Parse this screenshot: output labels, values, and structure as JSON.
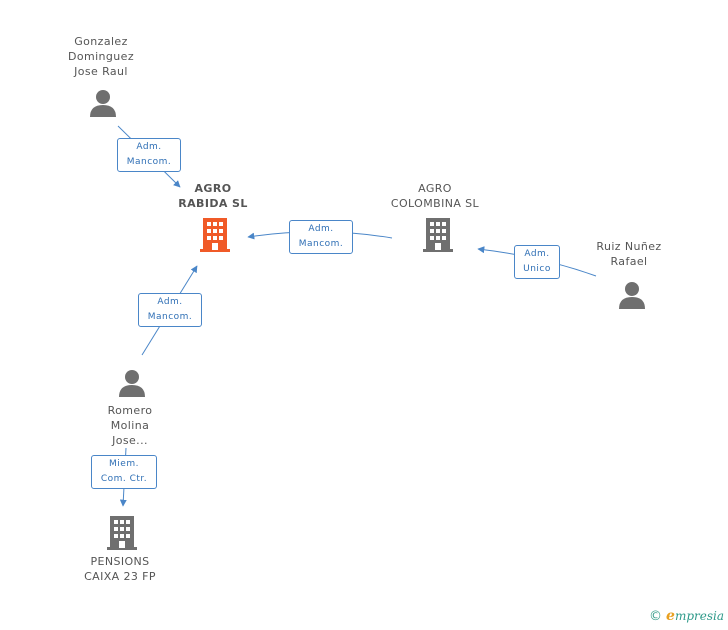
{
  "colors": {
    "person": "#6f6f6f",
    "company": "#6f6f6f",
    "main_company": "#f05a28",
    "edge": "#4a86c8"
  },
  "nodes": {
    "gonzalez": {
      "name_lines": [
        "Gonzalez",
        "Dominguez",
        "Jose Raul"
      ],
      "icon": "person-icon"
    },
    "agro_rabida": {
      "name_lines": [
        "AGRO",
        "RABIDA  SL"
      ],
      "icon": "building-icon"
    },
    "agro_colombina": {
      "name_lines": [
        "AGRO",
        "COLOMBINA  SL"
      ],
      "icon": "building-icon"
    },
    "ruiz": {
      "name_lines": [
        "Ruiz Nuñez",
        "Rafael"
      ],
      "icon": "person-icon"
    },
    "romero": {
      "name_lines": [
        "Romero",
        "Molina",
        "Jose..."
      ],
      "icon": "person-icon"
    },
    "pensions": {
      "name_lines": [
        "PENSIONS",
        "CAIXA 23 FP"
      ],
      "icon": "building-icon"
    }
  },
  "edges": {
    "gonzalez_to_rabida": {
      "lines": [
        "Adm.",
        "Mancom."
      ]
    },
    "colombina_to_rabida": {
      "lines": [
        "Adm.",
        "Mancom."
      ]
    },
    "ruiz_to_colombina": {
      "lines": [
        "Adm.",
        "Unico"
      ]
    },
    "romero_to_rabida": {
      "lines": [
        "Adm.",
        "Mancom."
      ]
    },
    "romero_to_pensions": {
      "lines": [
        "Miem.",
        "Com. Ctr."
      ]
    }
  },
  "footer": {
    "copyright": "©",
    "brand_first": "e",
    "brand_rest": "mpresia"
  }
}
